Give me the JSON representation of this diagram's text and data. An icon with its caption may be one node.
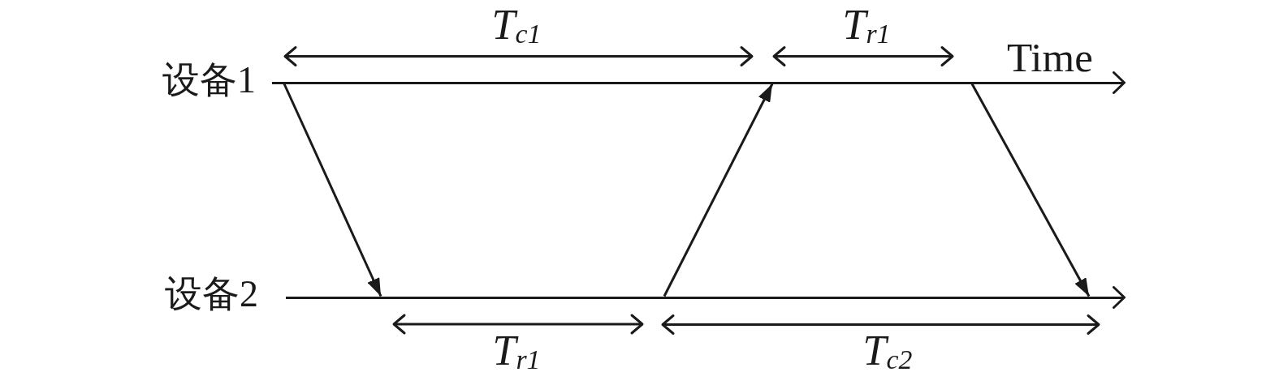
{
  "diagram": {
    "nodes": [
      {
        "text": [
          "设备1"
        ]
      },
      {
        "text": [
          "设备2"
        ]
      }
    ],
    "edges": [
      {
        "from": 0,
        "to": 1,
        "arrow": "to"
      },
      {
        "from": 1,
        "to": 0,
        "arrow": "to"
      },
      {
        "from": 0,
        "to": 1,
        "arrow": "to"
      }
    ],
    "labels": [
      "T$_{c1}$",
      "T$_{r1}$",
      "Time",
      "T$_{r1}$",
      "T$_{c2}$"
    ]
  }
}
